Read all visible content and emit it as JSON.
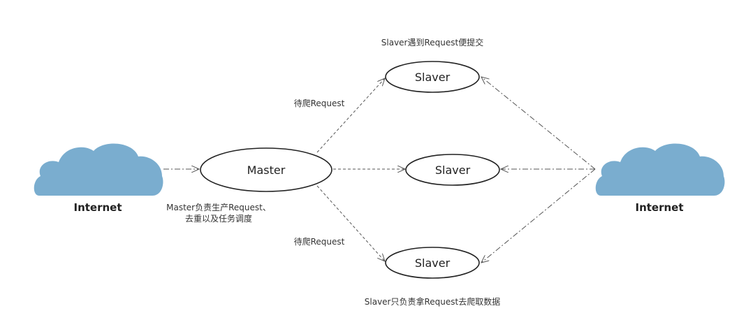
{
  "nodes": {
    "master": "Master",
    "slaver_top": "Slaver",
    "slaver_mid": "Slaver",
    "slaver_bottom": "Slaver"
  },
  "clouds": {
    "left": "Internet",
    "right": "Internet"
  },
  "notes": {
    "top": "Slaver遇到Request便提交",
    "upper_edge": "待爬Request",
    "lower_edge": "待爬Request",
    "master_line1": "Master负责生产Request、",
    "master_line2": "去重以及任务调度",
    "bottom": "Slaver只负责拿Request去爬取数据"
  },
  "colors": {
    "cloud": "#7aadcf",
    "node_stroke": "#222222",
    "edge": "#555555"
  }
}
